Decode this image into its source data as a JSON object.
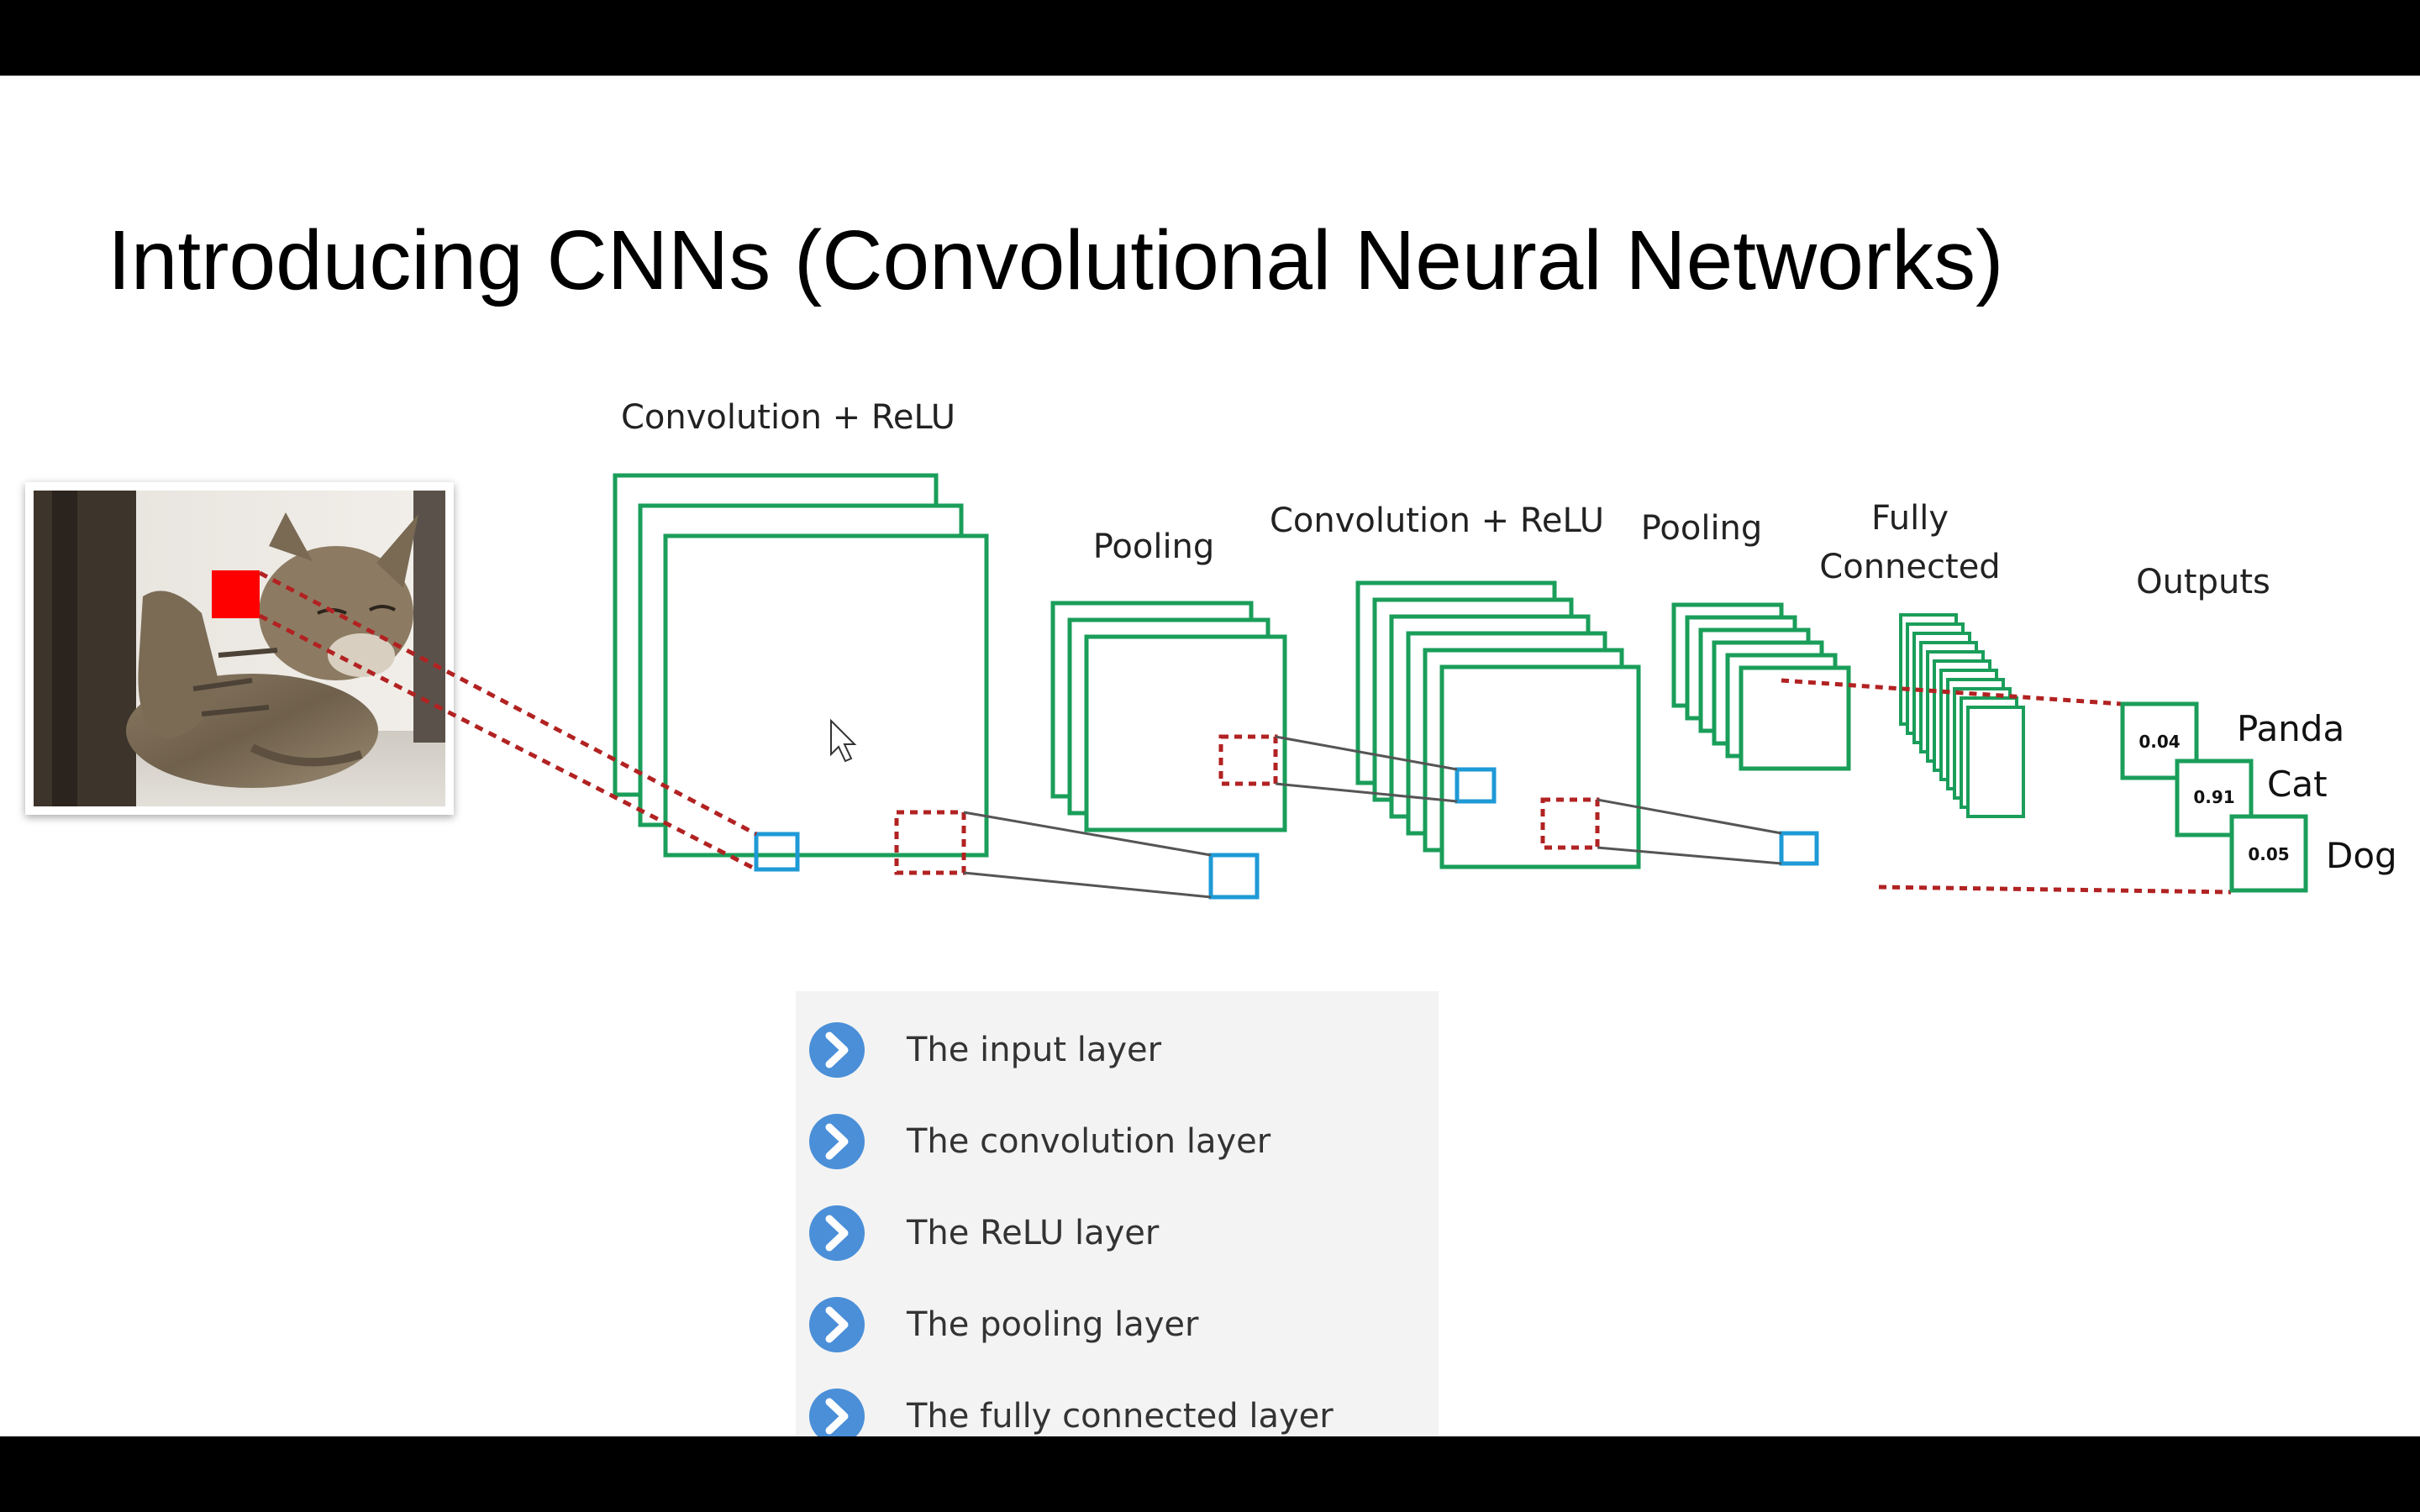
{
  "slide": {
    "title": "Introducing CNNs (Convolutional Neural Networks)"
  },
  "diagram": {
    "stages": [
      {
        "label": "Convolution + ReLU"
      },
      {
        "label": "Pooling"
      },
      {
        "label": "Convolution + ReLU"
      },
      {
        "label": "Pooling"
      },
      {
        "label_lines": [
          "Fully",
          "Connected"
        ]
      },
      {
        "label": "Outputs"
      }
    ],
    "outputs": [
      {
        "value": "0.04",
        "class": "Panda"
      },
      {
        "value": "0.91",
        "class": "Cat"
      },
      {
        "value": "0.05",
        "class": "Dog"
      }
    ],
    "colors": {
      "feature_map": "#1a9e5a",
      "receptive_field": "#1e9ad6",
      "pool_region": "#b22222",
      "input_patch": "#ff0000"
    },
    "input_image": "cat-photo"
  },
  "layers_list": {
    "icon": "chevron-right-circle-icon",
    "icon_color": "#4a8fd8",
    "items": [
      "The input layer",
      "The convolution layer",
      "The ReLU layer",
      "The pooling layer",
      "The fully connected layer"
    ]
  }
}
